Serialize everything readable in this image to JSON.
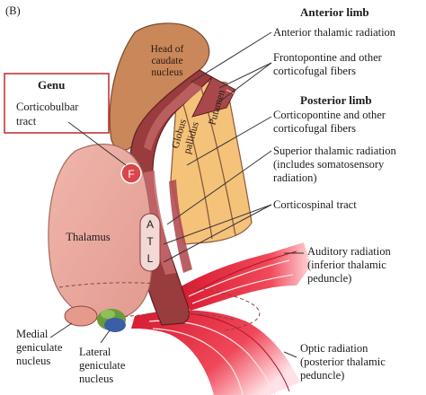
{
  "panel_letter": "(B)",
  "genu_box": {
    "title": "Genu",
    "line1": "Corticobulbar",
    "line2": "tract"
  },
  "structures": {
    "head_caudate": [
      "Head of",
      "caudate",
      "nucleus"
    ],
    "globus_pallidus": [
      "Globus",
      "pallidus"
    ],
    "putamen": "Putamen",
    "thalamus": "Thalamus",
    "fiber_letters": [
      "F",
      "A",
      "T",
      "L"
    ]
  },
  "right_labels": {
    "anterior_limb": "Anterior limb",
    "anterior_thalamic": "Anterior thalamic radiation",
    "frontopontine": [
      "Frontopontine and other",
      "corticofugal fibers"
    ],
    "posterior_limb": "Posterior limb",
    "corticopontine": [
      "Corticopontine and other",
      "corticofugal fibers"
    ],
    "superior_thalamic": [
      "Superior thalamic radiation",
      "(includes somatosensory",
      "radiation)"
    ],
    "corticospinal": "Corticospinal tract",
    "auditory": [
      "Auditory radiation",
      "(inferior thalamic",
      "peduncle)"
    ],
    "optic": [
      "Optic radiation",
      "(posterior thalamic",
      "peduncle)"
    ]
  },
  "bottom_labels": {
    "medial_geniculate": [
      "Medial",
      "geniculate",
      "nucleus"
    ],
    "lateral_geniculate": [
      "Lateral",
      "geniculate",
      "nucleus"
    ]
  },
  "colors": {
    "caudate": "#c9875a",
    "capsule": "#9a3b3e",
    "thalamus": "#eba9a0",
    "lentiform": "#f5c27a",
    "genu_box": "#c0282d",
    "radiation": "#e8283c"
  }
}
